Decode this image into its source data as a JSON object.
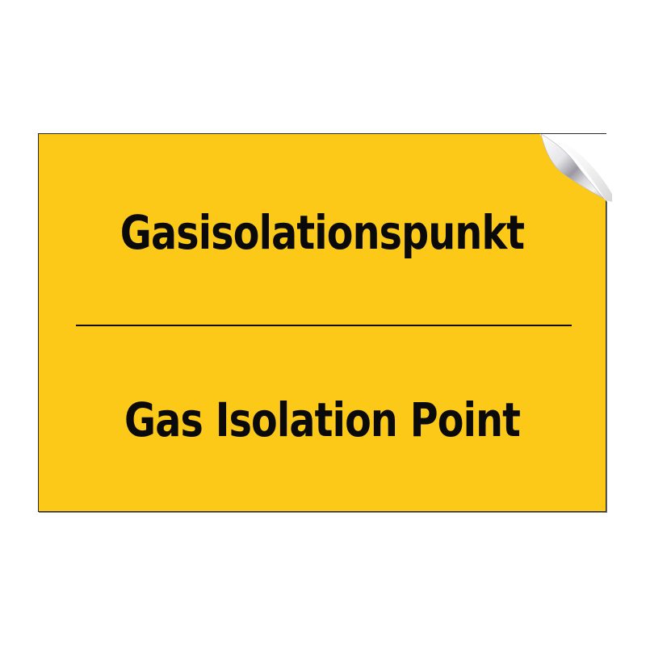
{
  "sign": {
    "title_de": "Gasisolationspunkt",
    "title_en": "Gas Isolation Point",
    "background_color": "#FDC918",
    "text_color": "#0A0A0A",
    "corner": "peeled-sticker-corner"
  }
}
